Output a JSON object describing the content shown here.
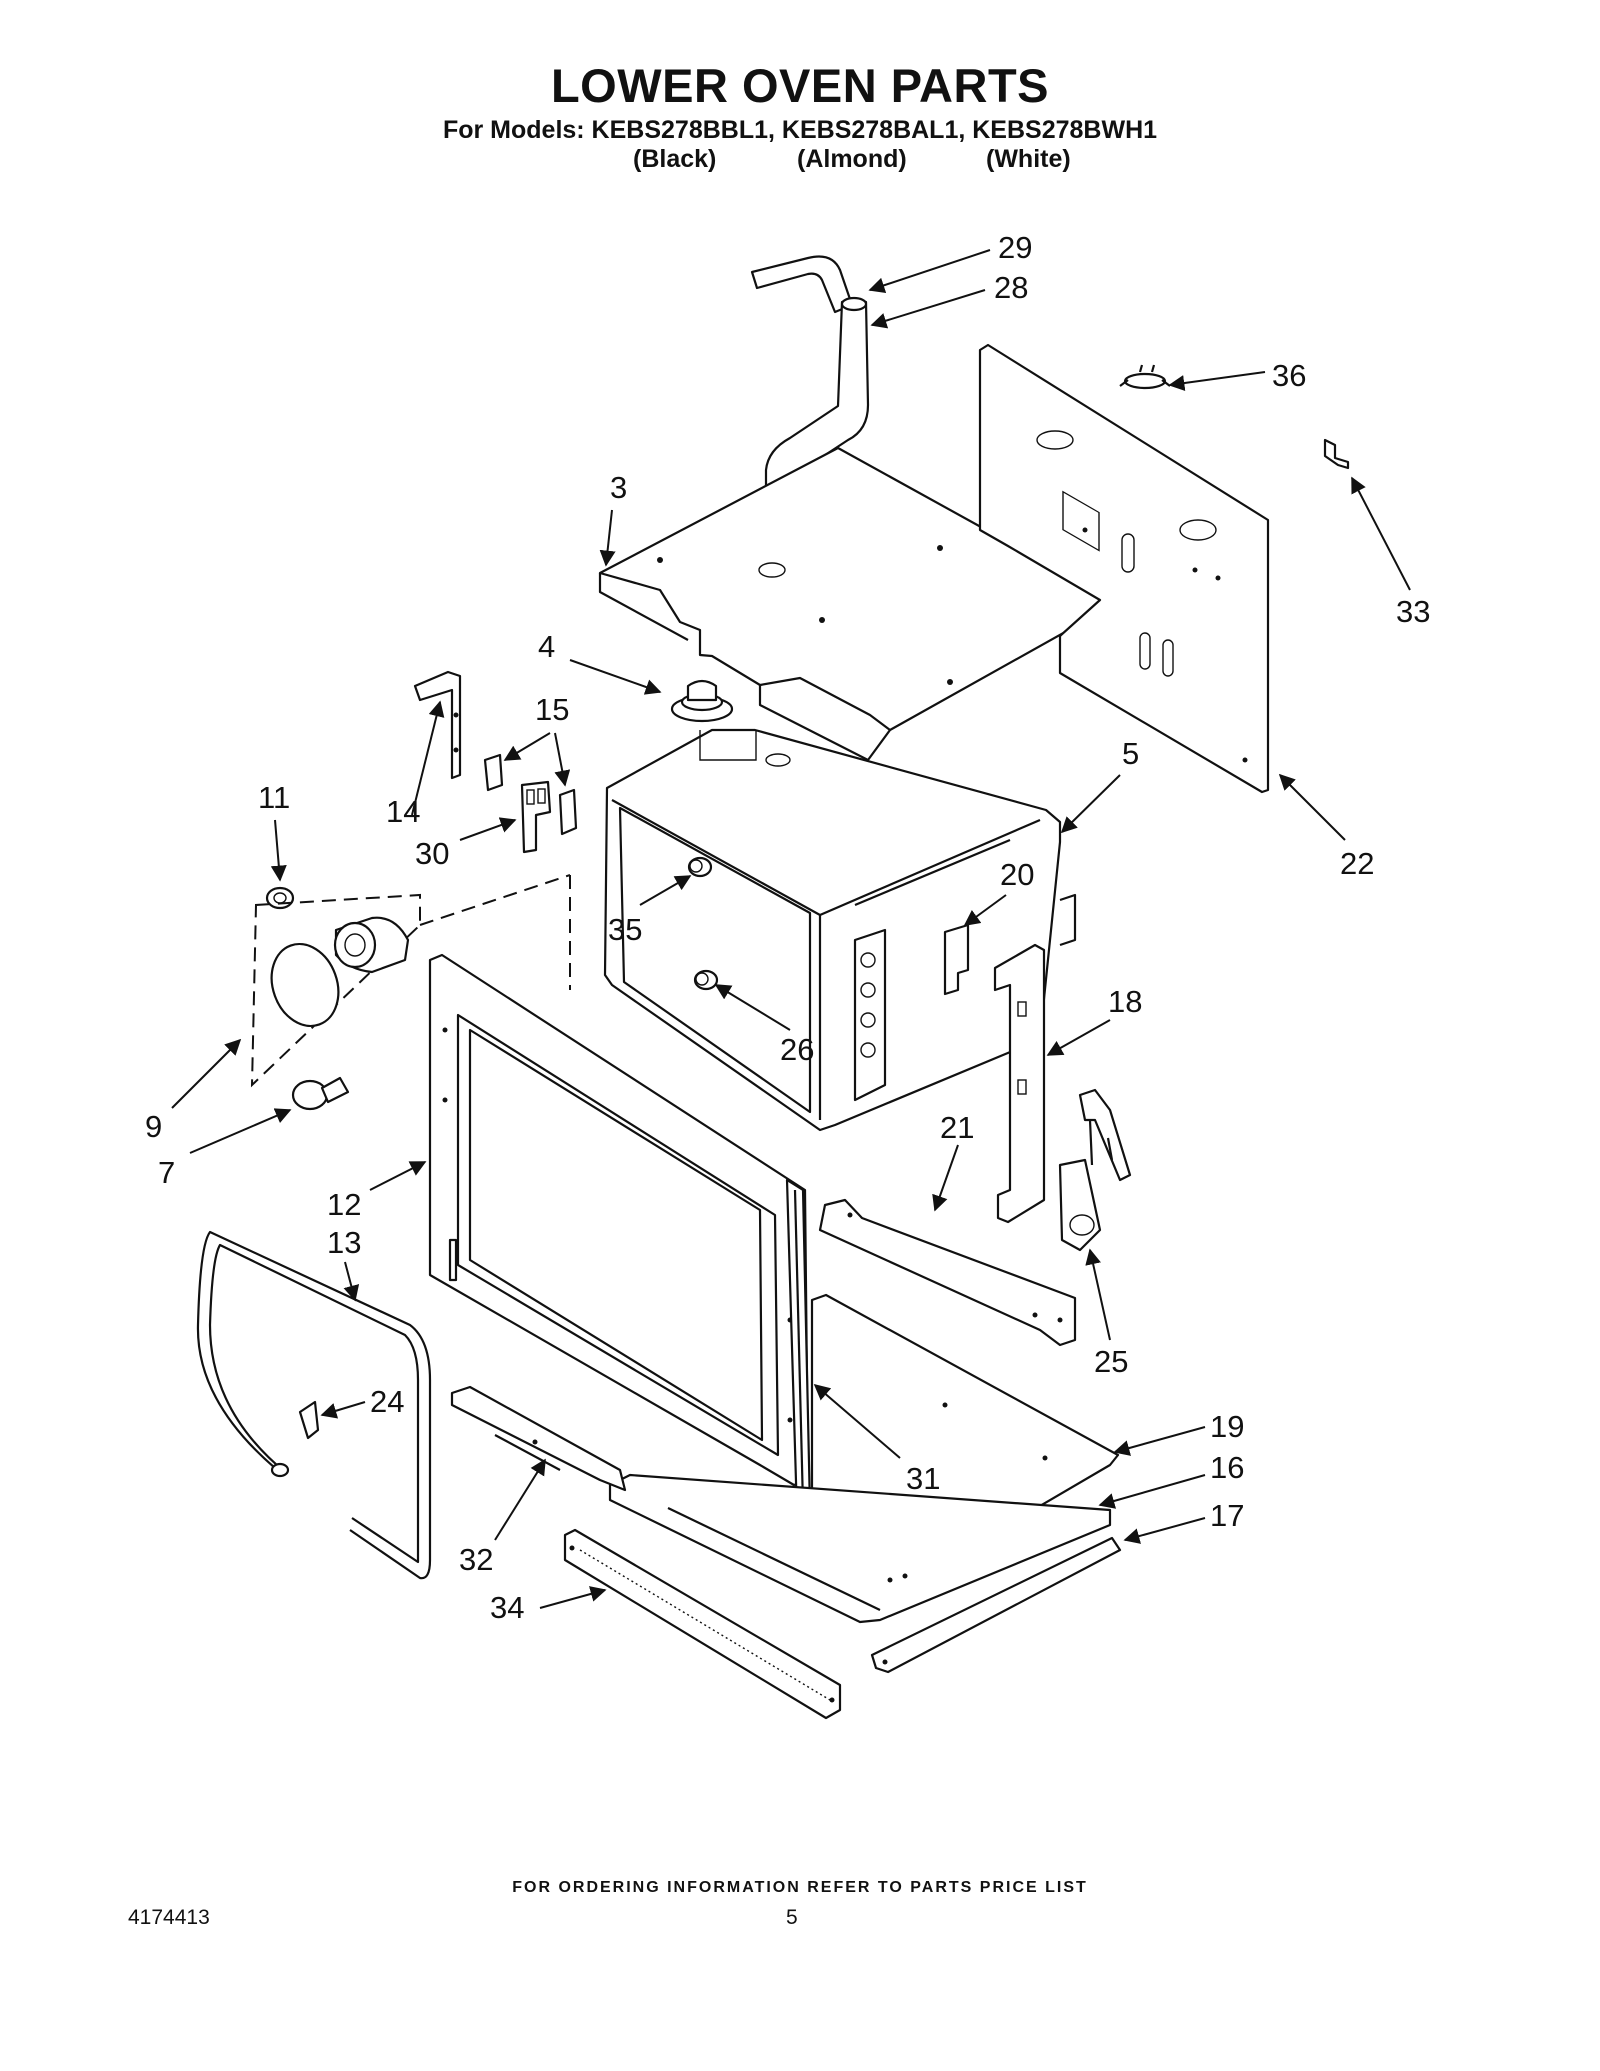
{
  "header": {
    "title": "LOWER OVEN PARTS",
    "models_line": "For Models: KEBS278BBL1, KEBS278BAL1, KEBS278BWH1",
    "colors": [
      "(Black)",
      "(Almond)",
      "(White)"
    ]
  },
  "callouts": [
    "29",
    "28",
    "36",
    "3",
    "33",
    "4",
    "15",
    "5",
    "14",
    "11",
    "30",
    "20",
    "22",
    "35",
    "26",
    "18",
    "9",
    "7",
    "21",
    "12",
    "13",
    "25",
    "24",
    "19",
    "16",
    "31",
    "17",
    "32",
    "34"
  ],
  "footer": {
    "ordering_note": "FOR ORDERING INFORMATION REFER TO PARTS PRICE LIST",
    "document_number": "4174413",
    "page_number": "5"
  }
}
